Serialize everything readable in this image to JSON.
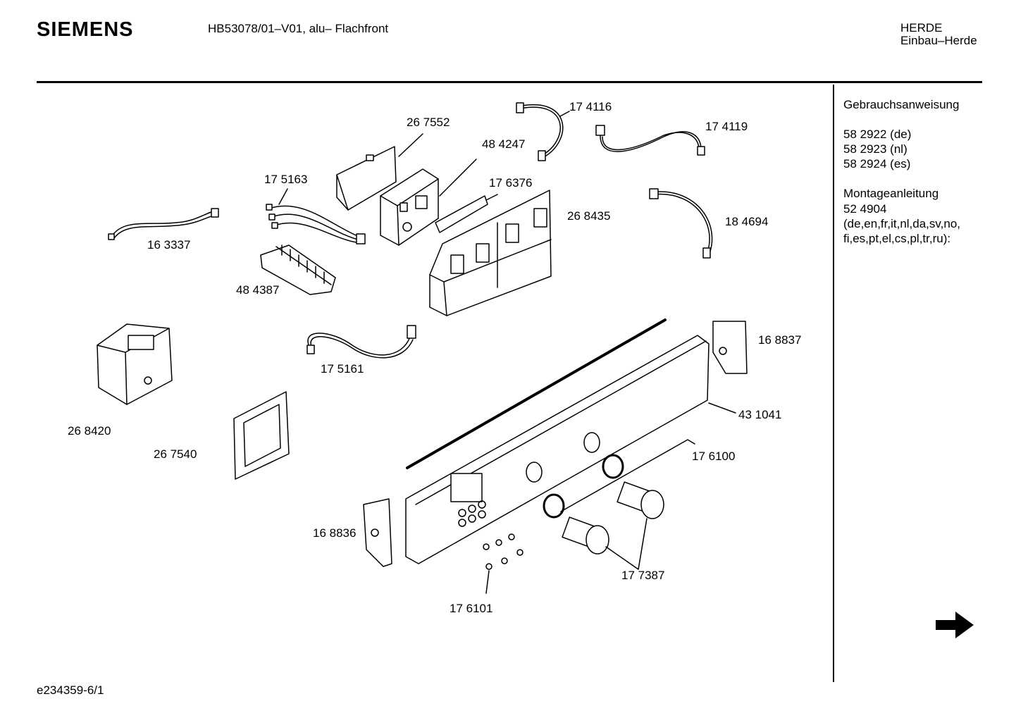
{
  "header": {
    "brand": "SIEMENS",
    "model": "HB53078/01–V01, alu– Flachfront",
    "category_line1": "HERDE",
    "category_line2": "Einbau–Herde"
  },
  "sidebar": {
    "manual_title": "Gebrauchsanweisung",
    "manual_items": [
      "58 2922 (de)",
      "58 2923 (nl)",
      "58 2924 (es)"
    ],
    "install_title": "Montageanleitung",
    "install_number": "52 4904",
    "install_langs_1": "(de,en,fr,it,nl,da,sv,no,",
    "install_langs_2": "fi,es,pt,el,cs,pl,tr,ru):"
  },
  "parts": {
    "p174116": "17 4116",
    "p267552": "26 7552",
    "p484247": "48 4247",
    "p174119": "17 4119",
    "p175163": "17 5163",
    "p176376": "17 6376",
    "p268435": "26 8435",
    "p184694": "18 4694",
    "p163337": "16 3337",
    "p484387": "48 4387",
    "p168837": "16 8837",
    "p175161": "17 5161",
    "p431041": "43 1041",
    "p268420": "26 8420",
    "p267540": "26 7540",
    "p176100": "17 6100",
    "p168836": "16 8836",
    "p177387": "17 7387",
    "p176101": "17 6101"
  },
  "footer": {
    "doc_id": "e234359-6/1"
  },
  "nav": {
    "next_icon": "arrow-right-icon"
  }
}
